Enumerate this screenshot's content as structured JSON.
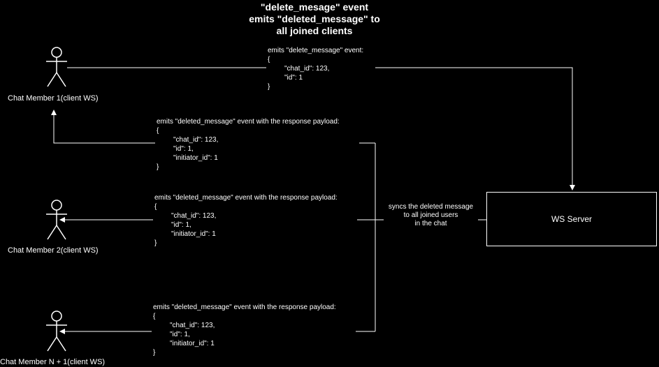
{
  "title": {
    "line1": "\"delete_mesage\" event",
    "line2": "emits \"deleted_message\" to",
    "line3": "all joined clients"
  },
  "actors": [
    {
      "label": "Chat Member 1(client WS)",
      "icon": "stick-figure-icon"
    },
    {
      "label": "Chat Member 2(client WS)",
      "icon": "stick-figure-icon"
    },
    {
      "label": "Chat Member N + 1(client WS)",
      "icon": "stick-figure-icon"
    }
  ],
  "delete_box": {
    "header": "emits \"delete_message\" event:",
    "open": "{",
    "line1": "\"chat_id\": 123,",
    "line2": "\"id\": 1",
    "close": "}"
  },
  "deleted_boxes": [
    {
      "header": "emits \"deleted_message\" event with the response payload:",
      "open": "{",
      "line1": "\"chat_id\": 123,",
      "line2": "\"id\": 1,",
      "line3": "\"initiator_id\": 1",
      "close": "}"
    },
    {
      "header": "emits \"deleted_message\" event with the response payload:",
      "open": "{",
      "line1": "\"chat_id\": 123,",
      "line2": "\"id\": 1,",
      "line3": "\"initiator_id\": 1",
      "close": "}"
    },
    {
      "header": "emits \"deleted_message\" event with the response payload:",
      "open": "{",
      "line1": "\"chat_id\": 123,",
      "line2": "\"id\": 1,",
      "line3": "\"initiator_id\": 1",
      "close": "}"
    }
  ],
  "server": {
    "label": "WS Server"
  },
  "sync_label": {
    "line1": "syncs the deleted message",
    "line2": "to all joined users",
    "line3": "in the chat"
  },
  "colors": {
    "background": "#000000",
    "stroke": "#ffffff",
    "text": "#ffffff"
  }
}
